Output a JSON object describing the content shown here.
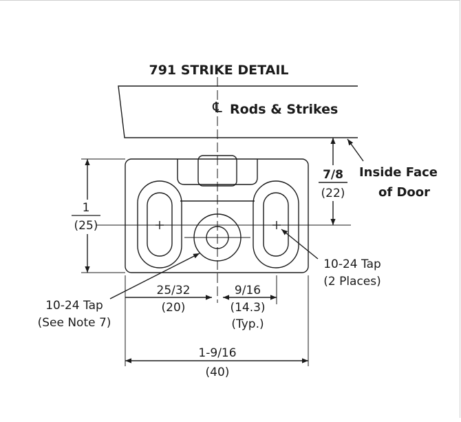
{
  "diagram": {
    "title": "791 STRIKE DETAIL",
    "centerline_label": "Rods & Strikes",
    "centerline_symbol": "℄",
    "inside_face_label": [
      "Inside Face",
      "of Door"
    ],
    "dim_inside_face": {
      "top": "7/8",
      "bottom": "(22)"
    },
    "dim_height": {
      "top": "1",
      "bottom": "(25)"
    },
    "dim_left_offset": {
      "top": "25/32",
      "bottom": "(20)"
    },
    "dim_right_offset": {
      "top": "9/16",
      "mid": "(14.3)",
      "bottom": "(Typ.)"
    },
    "dim_width": {
      "top": "1-9/16",
      "bottom": "(40)"
    },
    "callout_right": [
      "10-24 Tap",
      "(2 Places)"
    ],
    "callout_left": [
      "10-24 Tap",
      "(See Note 7)"
    ]
  },
  "colors": {
    "line": "#1a1a1a",
    "background": "#ffffff"
  }
}
